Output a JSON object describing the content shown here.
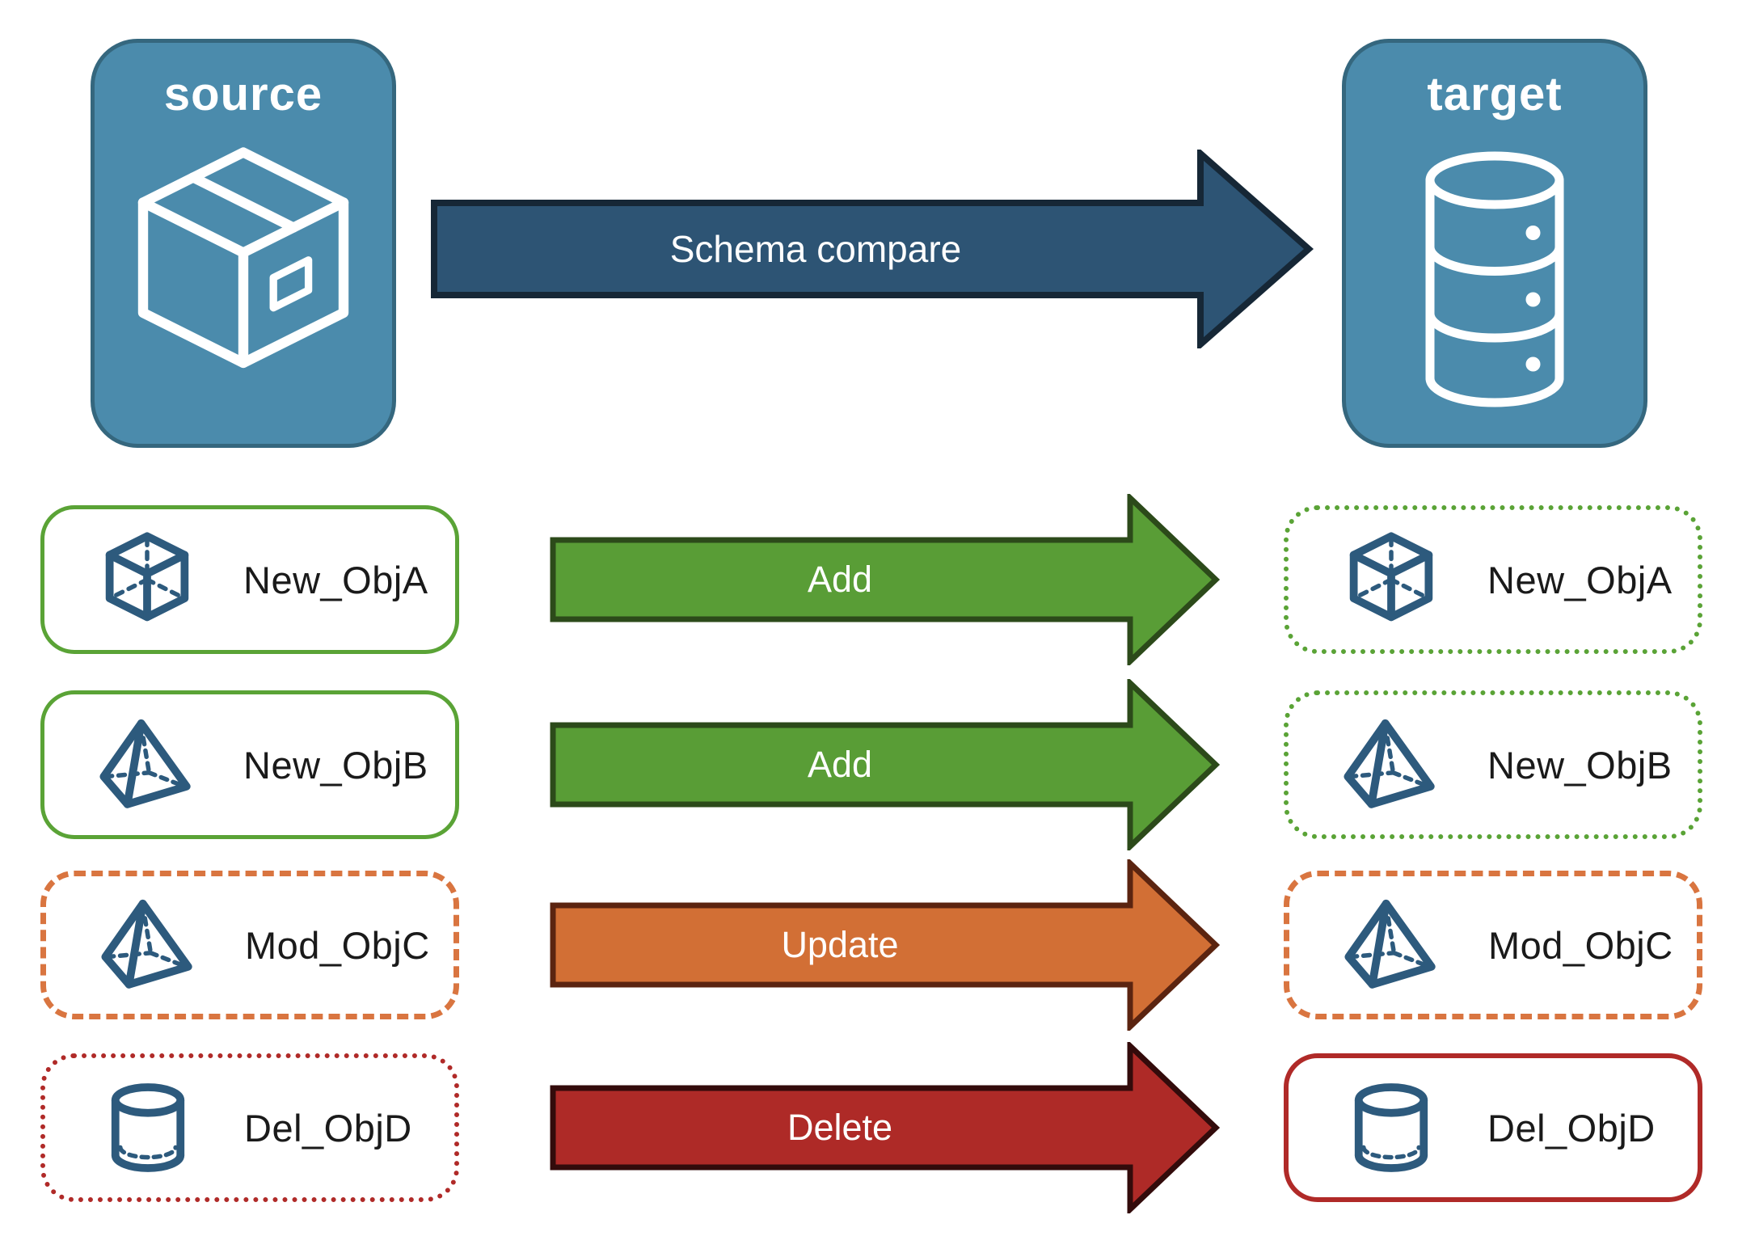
{
  "header": {
    "source_label": "source",
    "target_label": "target",
    "compare_arrow_label": "Schema compare"
  },
  "rows": [
    {
      "object_name": "New_ObjA",
      "action_label": "Add",
      "icon": "cube-icon",
      "change_type": "add"
    },
    {
      "object_name": "New_ObjB",
      "action_label": "Add",
      "icon": "pyramid-icon",
      "change_type": "add"
    },
    {
      "object_name": "Mod_ObjC",
      "action_label": "Update",
      "icon": "pyramid-icon",
      "change_type": "update"
    },
    {
      "object_name": "Del_ObjD",
      "action_label": "Delete",
      "icon": "cylinder-icon",
      "change_type": "delete"
    }
  ],
  "colors": {
    "node-fill": "#4b8bac",
    "node-border": "#35677e",
    "node-text": "#ffffff",
    "icon-stroke": "#ffffff",
    "object-icon": "#2d5a7d",
    "label-text": "#1a1a1a",
    "arrow-text": "#ffffff",
    "navy-fill": "#2d5474",
    "navy-outline": "#162736",
    "green-fill": "#599d36",
    "green-outline": "#2c4a1a",
    "green-border": "#5aa336",
    "orange-fill": "#d26f35",
    "orange-outline": "#5b2410",
    "orange-border": "#d97540",
    "red-fill": "#ae2a27",
    "red-outline": "#330b0b",
    "red-border": "#b02a28"
  }
}
